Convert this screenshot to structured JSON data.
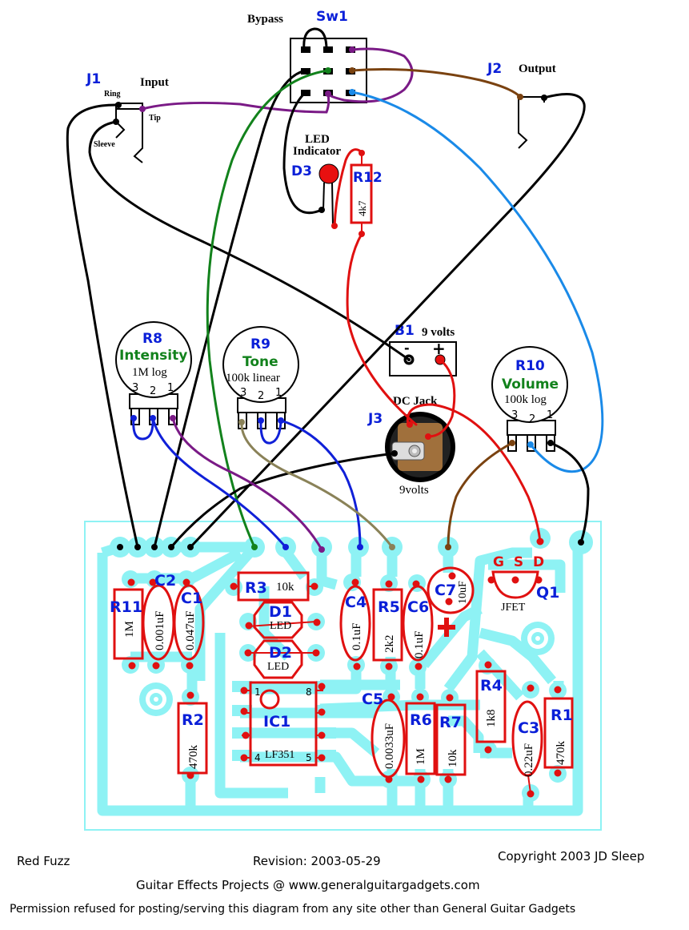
{
  "title": "Red Fuzz",
  "revision": "Revision:  2003-05-29",
  "copyright": "Copyright 2003    JD Sleep",
  "site_line": "Guitar Effects Projects @ www.generalguitargadgets.com",
  "permission_line": "Permission refused for posting/serving this diagram from any site other than General Guitar Gadgets",
  "colors": {
    "pcb_trace": "#8ef2f4",
    "component": "#e01010",
    "ref_label": "#0a1fd8",
    "function_label": "#12821c",
    "wire_black": "#000000",
    "wire_purple": "#7a1a86",
    "wire_brown": "#7a4210",
    "wire_blue": "#1a8ae8",
    "wire_green": "#12821c",
    "wire_red": "#e01010",
    "wire_navy": "#1020d8",
    "wire_khaki": "#8a8258"
  },
  "offboard": {
    "sw1": {
      "ref": "Sw1",
      "label": "Bypass"
    },
    "j1": {
      "ref": "J1",
      "label": "Input",
      "ring": "Ring",
      "tip": "Tip",
      "sleeve": "Sleeve"
    },
    "j2": {
      "ref": "J2",
      "label": "Output"
    },
    "d3": {
      "ref": "D3",
      "label_line1": "LED",
      "label_line2": "Indicator"
    },
    "r12": {
      "ref": "R12",
      "value": "4k7"
    },
    "b1": {
      "ref": "B1",
      "label": "9 volts",
      "minus": "-",
      "plus": "+"
    },
    "j3": {
      "ref": "J3",
      "label": "DC Jack",
      "sublabel": "9volts"
    },
    "r8": {
      "ref": "R8",
      "name": "Intensity",
      "value": "1M log",
      "pins": [
        "3",
        "2",
        "1"
      ]
    },
    "r9": {
      "ref": "R9",
      "name": "Tone",
      "value": "100k linear",
      "pins": [
        "3",
        "2",
        "1"
      ]
    },
    "r10": {
      "ref": "R10",
      "name": "Volume",
      "value": "100k log",
      "pins": [
        "3",
        "2",
        "1"
      ]
    }
  },
  "pcb": {
    "resistors": [
      {
        "ref": "R11",
        "value": "1M"
      },
      {
        "ref": "R3",
        "value": "10k"
      },
      {
        "ref": "R5",
        "value": "2k2"
      },
      {
        "ref": "R2",
        "value": "470k"
      },
      {
        "ref": "R6",
        "value": "1M"
      },
      {
        "ref": "R7",
        "value": "10k"
      },
      {
        "ref": "R4",
        "value": "1k8"
      },
      {
        "ref": "R1",
        "value": "470k"
      }
    ],
    "capacitors": [
      {
        "ref": "C2",
        "value": "0.001uF"
      },
      {
        "ref": "C1",
        "value": "0.047uF"
      },
      {
        "ref": "C4",
        "value": "0.1uF"
      },
      {
        "ref": "C6",
        "value": "0.1uF"
      },
      {
        "ref": "C5",
        "value": "0.0033uF"
      },
      {
        "ref": "C3",
        "value": "0.22uF"
      },
      {
        "ref": "C7",
        "value": "10uF",
        "polarity": "+"
      }
    ],
    "diodes": [
      {
        "ref": "D1",
        "value": "LED"
      },
      {
        "ref": "D2",
        "value": "LED"
      }
    ],
    "ic1": {
      "ref": "IC1",
      "value": "LF351",
      "pin1": "1",
      "pin4": "4",
      "pin5": "5",
      "pin8": "8"
    },
    "q1": {
      "ref": "Q1",
      "value": "JFET",
      "pins": "G S D"
    }
  }
}
